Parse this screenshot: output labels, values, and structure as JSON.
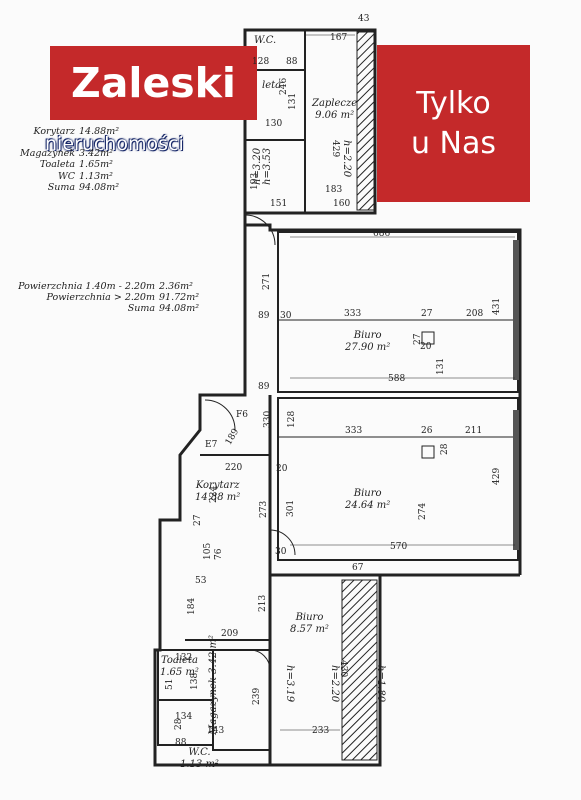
{
  "branding": {
    "agency_name": "Zaleski",
    "agency_subtitle": "nieruchomości",
    "exclusive_line1": "Tylko",
    "exclusive_line2": "u Nas",
    "brand_color": "#c4292a"
  },
  "area_summary": [
    {
      "label": "Korytarz",
      "value": "14.88m²"
    },
    {
      "label": "",
      "value": "nieruchomości"
    },
    {
      "label": "Magazynek",
      "value": "3.42m²"
    },
    {
      "label": "Toaleta",
      "value": "1.65m²"
    },
    {
      "label": "WC",
      "value": "1.13m²"
    },
    {
      "label": "Suma",
      "value": "94.08m²"
    }
  ],
  "height_summary": [
    {
      "label": "Powierzchnia 1.40m - 2.20m",
      "value": "2.36m²"
    },
    {
      "label": "Powierzchnia > 2.20m",
      "value": "91.72m²"
    },
    {
      "label": "Suma",
      "value": "94.08m²"
    }
  ],
  "rooms": {
    "wc_top": {
      "name": "W.C."
    },
    "toaleta_top": {
      "name": "leta"
    },
    "zaplecze": {
      "name": "Zaplecze",
      "area": "9.06 m²"
    },
    "biuro1": {
      "name": "Biuro",
      "area": "27.90 m²"
    },
    "biuro2": {
      "name": "Biuro",
      "area": "24.64 m²"
    },
    "korytarz": {
      "name": "Korytarz",
      "area": "14.88 m²"
    },
    "biuro3": {
      "name": "Biuro",
      "area": "8.57 m²"
    },
    "toaleta": {
      "name": "Toaleta",
      "area": "1.65 m²"
    },
    "magazynek": {
      "name": "Magazynek",
      "area": "3.42 m²"
    },
    "wc_bottom": {
      "name": "W.C.",
      "area": "1.13 m²"
    }
  },
  "doors": {
    "f6": "F6",
    "e7": "E7"
  },
  "dimensions": {
    "d43": "43",
    "d167": "167",
    "d128": "128",
    "d88": "88",
    "d246": "246",
    "d131": "131",
    "d130": "130",
    "d429a": "429",
    "d183": "183",
    "d193": "193",
    "d151": "151",
    "d160": "160",
    "d686": "686",
    "d271": "271",
    "d89a": "89",
    "d30a": "30",
    "d333a": "333",
    "d27a": "27",
    "d208": "208",
    "d431": "431",
    "d20a": "20",
    "d27b": "27",
    "d588": "588",
    "d131b": "131",
    "d89b": "89",
    "d330": "330",
    "d128b": "128",
    "d333b": "333",
    "d26": "26",
    "d211": "211",
    "d28": "28",
    "d189": "189",
    "d220": "220",
    "d20b": "20",
    "d224": "224",
    "d273": "273",
    "d301": "301",
    "d274": "274",
    "d429b": "429",
    "d27c": "27",
    "d76": "76",
    "d105": "105",
    "d30b": "30",
    "d570": "570",
    "d53": "53",
    "d184": "184",
    "d213": "213",
    "d67": "67",
    "d209": "209",
    "d132": "132",
    "d51": "51",
    "d138": "138",
    "d239": "239",
    "d143": "143",
    "d233": "233",
    "d134": "134",
    "d28b": "28",
    "d430": "430",
    "d88b": "88"
  },
  "heights": {
    "h353": "h=3.53",
    "h320": "h=3.20",
    "h220a": "h=2.20",
    "h319": "h=3.19",
    "h220b": "h=2.20",
    "h180": "h=1.80"
  }
}
